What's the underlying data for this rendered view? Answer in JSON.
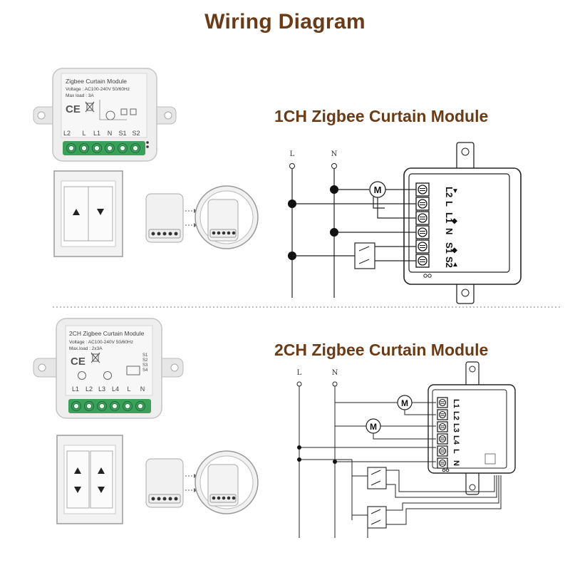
{
  "page_title": "Wiring Diagram",
  "ch1": {
    "title": "1CH Zigbee Curtain Module",
    "module_name": "Zigbee Curtain Module",
    "voltage": "Voltage : AC100-240V 50/60Hz",
    "max_load": "Max load : 3A",
    "module_terminals": [
      "L2",
      "L",
      "L1",
      "N",
      "S1",
      "S2"
    ],
    "line_labels": [
      "L",
      "N"
    ],
    "diagram_terminals": [
      "L2",
      "L",
      "L1",
      "N",
      "S1",
      "S2"
    ],
    "motor_label": "M"
  },
  "ch2": {
    "title": "2CH Zigbee Curtain Module",
    "module_name": "2CH Zigbee Curtain Module",
    "voltage": "Voltage : AC100-240V 50/60Hz",
    "max_load": "Max.load : 2x3A",
    "module_terminals": [
      "L1",
      "L2",
      "L3",
      "L4",
      "L",
      "N"
    ],
    "switch_terminals": [
      "S1",
      "S2",
      "S3",
      "S4"
    ],
    "line_labels": [
      "L",
      "N"
    ],
    "diagram_terminals": [
      "L1",
      "L2",
      "L3",
      "L4",
      "L",
      "N"
    ],
    "motor_label": "M"
  },
  "colors": {
    "title": "#6b3a16",
    "terminal_green": "#3aa05a",
    "module_body": "#eeeeee",
    "wire": "#222222"
  }
}
